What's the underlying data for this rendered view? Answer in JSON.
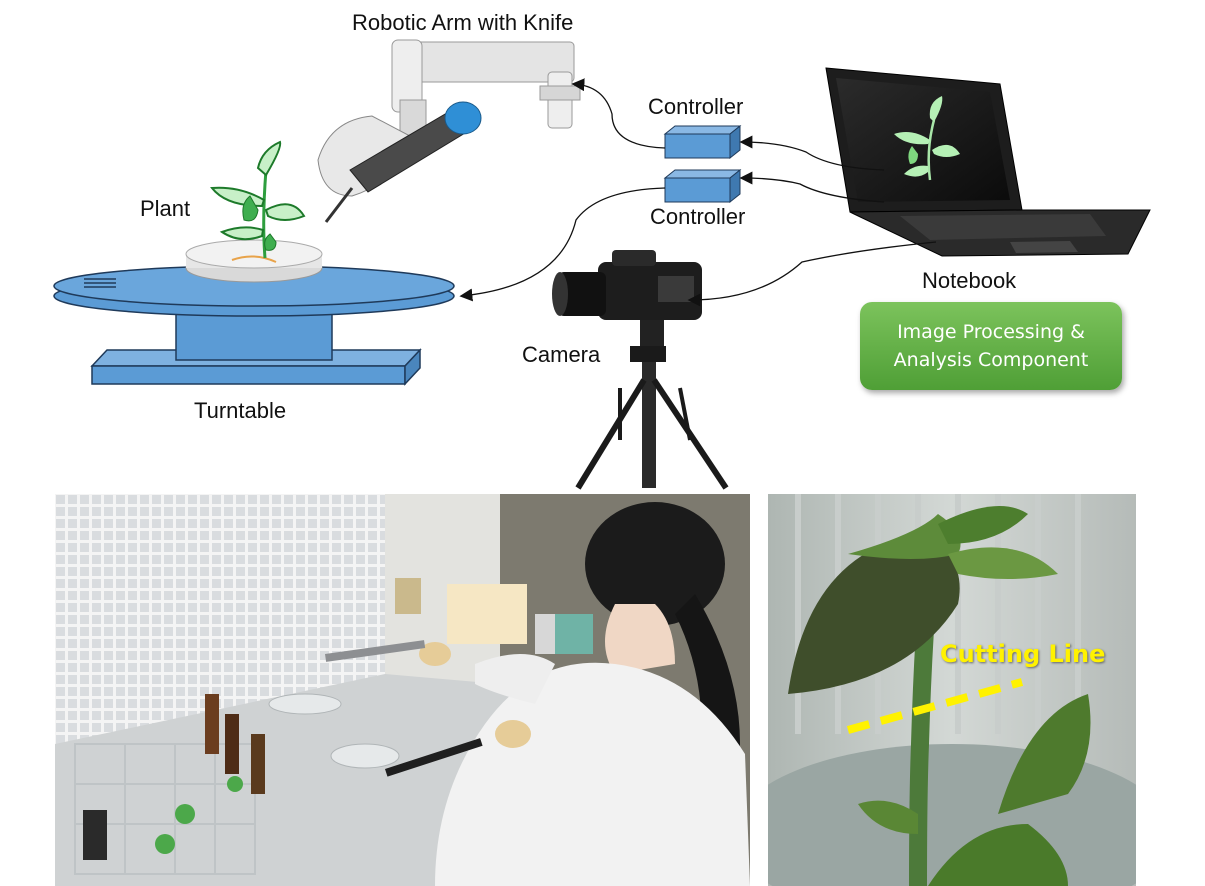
{
  "labels": {
    "robotic_arm": "Robotic Arm with Knife",
    "controller_top": "Controller",
    "controller_bottom": "Controller",
    "plant": "Plant",
    "notebook": "Notebook",
    "camera": "Camera",
    "turntable": "Turntable"
  },
  "component_box": {
    "line1": "Image Processing &",
    "line2": "Analysis Component",
    "color": "#5fae43"
  },
  "photo_right": {
    "annotation": "Cutting Line",
    "annotation_color": "#fff200"
  },
  "colors": {
    "device_blue": "#5b9bd5",
    "plant_green": "#2e9e3e"
  }
}
